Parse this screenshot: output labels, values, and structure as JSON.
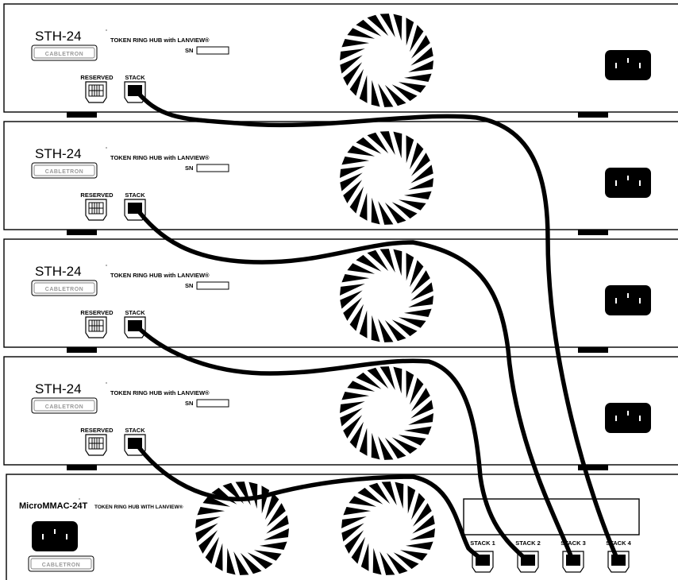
{
  "hubs": [
    {
      "model": "STH-24",
      "description": "TOKEN RING HUB with LANVIEW®",
      "sn_label": "SN",
      "reserved_label": "RESERVED",
      "stack_label": "STACK",
      "logo": "CABLETRON"
    },
    {
      "model": "STH-24",
      "description": "TOKEN RING HUB with LANVIEW®",
      "sn_label": "SN",
      "reserved_label": "RESERVED",
      "stack_label": "STACK",
      "logo": "CABLETRON"
    },
    {
      "model": "STH-24",
      "description": "TOKEN RING HUB with LANVIEW®",
      "sn_label": "SN",
      "reserved_label": "RESERVED",
      "stack_label": "STACK",
      "logo": "CABLETRON"
    },
    {
      "model": "STH-24",
      "description": "TOKEN RING HUB with LANVIEW®",
      "sn_label": "SN",
      "reserved_label": "RESERVED",
      "stack_label": "STACK",
      "logo": "CABLETRON"
    }
  ],
  "micrommac": {
    "model": "MicroMMAC-24T",
    "description": "TOKEN RING HUB WITH LANVIEW®",
    "logo": "CABLETRON",
    "stack_ports": [
      "STACK 1",
      "STACK 2",
      "STACK 3",
      "STACK 4"
    ]
  },
  "colors": {
    "line": "#000000",
    "panel": "#ffffff"
  }
}
